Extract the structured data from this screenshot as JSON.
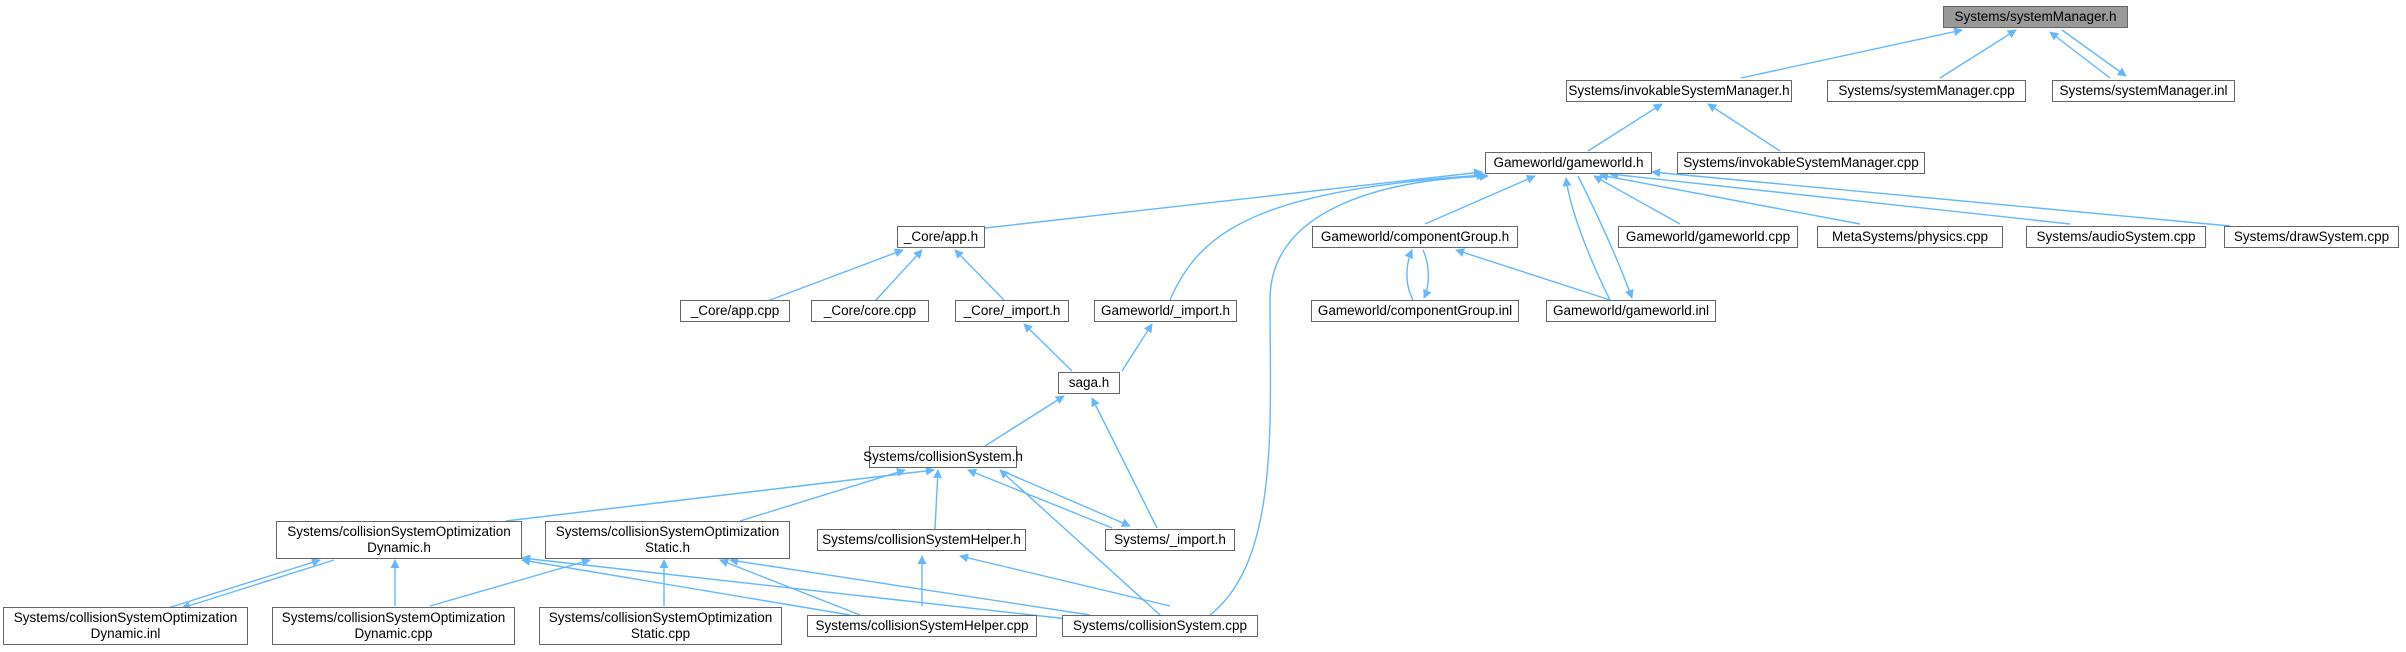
{
  "colors": {
    "edge": "#63b8ff",
    "node_border": "#666666",
    "root_fill": "#999999",
    "node_fill": "#ffffff"
  },
  "nodes": {
    "root": "Systems/systemManager.h",
    "invokable_h": "Systems/invokableSystemManager.h",
    "systemmanager_cpp": "Systems/systemManager.cpp",
    "systemmanager_inl": "Systems/systemManager.inl",
    "gameworld_h": "Gameworld/gameworld.h",
    "invokable_cpp": "Systems/invokableSystemManager.cpp",
    "core_app_h": "_Core/app.h",
    "componentgroup_h": "Gameworld/componentGroup.h",
    "gameworld_cpp": "Gameworld/gameworld.cpp",
    "physics_cpp": "MetaSystems/physics.cpp",
    "audiosystem_cpp": "Systems/audioSystem.cpp",
    "drawsystem_cpp": "Systems/drawSystem.cpp",
    "core_app_cpp": "_Core/app.cpp",
    "core_core_cpp": "_Core/core.cpp",
    "core_import_h": "_Core/_import.h",
    "gameworld_import_h": "Gameworld/_import.h",
    "componentgroup_inl": "Gameworld/componentGroup.inl",
    "gameworld_inl": "Gameworld/gameworld.inl",
    "saga_h": "saga.h",
    "collisionsystem_h": "Systems/collisionSystem.h",
    "cso_dynamic_h": [
      "Systems/collisionSystemOptimization",
      "Dynamic.h"
    ],
    "cso_static_h": [
      "Systems/collisionSystemOptimization",
      "Static.h"
    ],
    "csh_h": "Systems/collisionSystemHelper.h",
    "systems_import_h": "Systems/_import.h",
    "cso_dynamic_inl": [
      "Systems/collisionSystemOptimization",
      "Dynamic.inl"
    ],
    "cso_dynamic_cpp": [
      "Systems/collisionSystemOptimization",
      "Dynamic.cpp"
    ],
    "cso_static_cpp": [
      "Systems/collisionSystemOptimization",
      "Static.cpp"
    ],
    "csh_cpp": "Systems/collisionSystemHelper.cpp",
    "collisionsystem_cpp": "Systems/collisionSystem.cpp"
  }
}
